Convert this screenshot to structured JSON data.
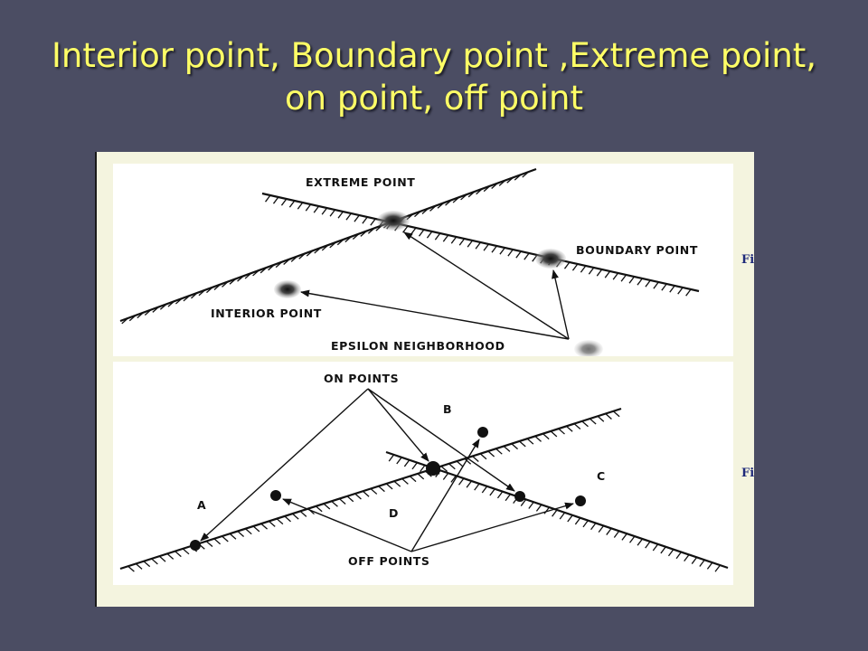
{
  "slide": {
    "title_line1": "Interior point, Boundary point ,Extreme point,",
    "title_line2": "on point, off point"
  },
  "figure_top": {
    "extreme_point": "EXTREME POINT",
    "boundary_point": "BOUNDARY POINT",
    "interior_point": "INTERIOR POINT",
    "epsilon_neighborhood": "EPSILON NEIGHBORHOOD"
  },
  "figure_bottom": {
    "on_points": "ON POINTS",
    "off_points": "OFF POINTS",
    "region_a": "A",
    "region_b": "B",
    "region_c": "C",
    "region_d": "D"
  },
  "side_marks": [
    "Fi",
    "Fi"
  ],
  "colors": {
    "background": "#4b4d63",
    "title": "#ffff66",
    "frame": "#f4f4df",
    "side_mark": "#1f2a7a"
  }
}
